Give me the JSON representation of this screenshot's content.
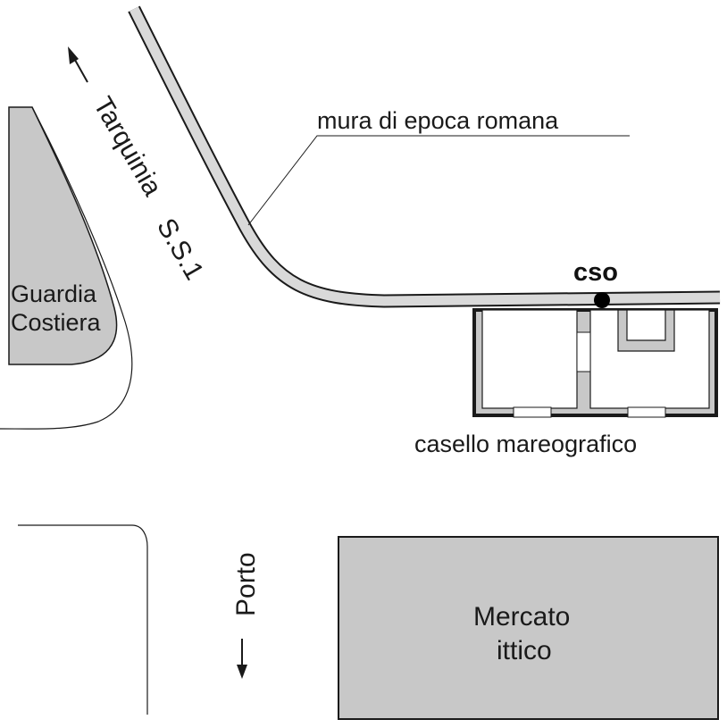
{
  "labels": {
    "wall": "mura di epoca romana",
    "road_town": "Tarquinia",
    "road_code": "S.S.1",
    "port": "Porto",
    "coast_guard_line1": "Guardia",
    "coast_guard_line2": "Costiera",
    "tide_house": "casello mareografico",
    "station": "cso",
    "fish_market_line1": "Mercato",
    "fish_market_line2": "ittico"
  },
  "colors": {
    "building_fill": "#c8c8c8",
    "wall_fill": "#d9d9d9",
    "ink": "#1a1a1a",
    "room_floor": "#ffffff"
  }
}
